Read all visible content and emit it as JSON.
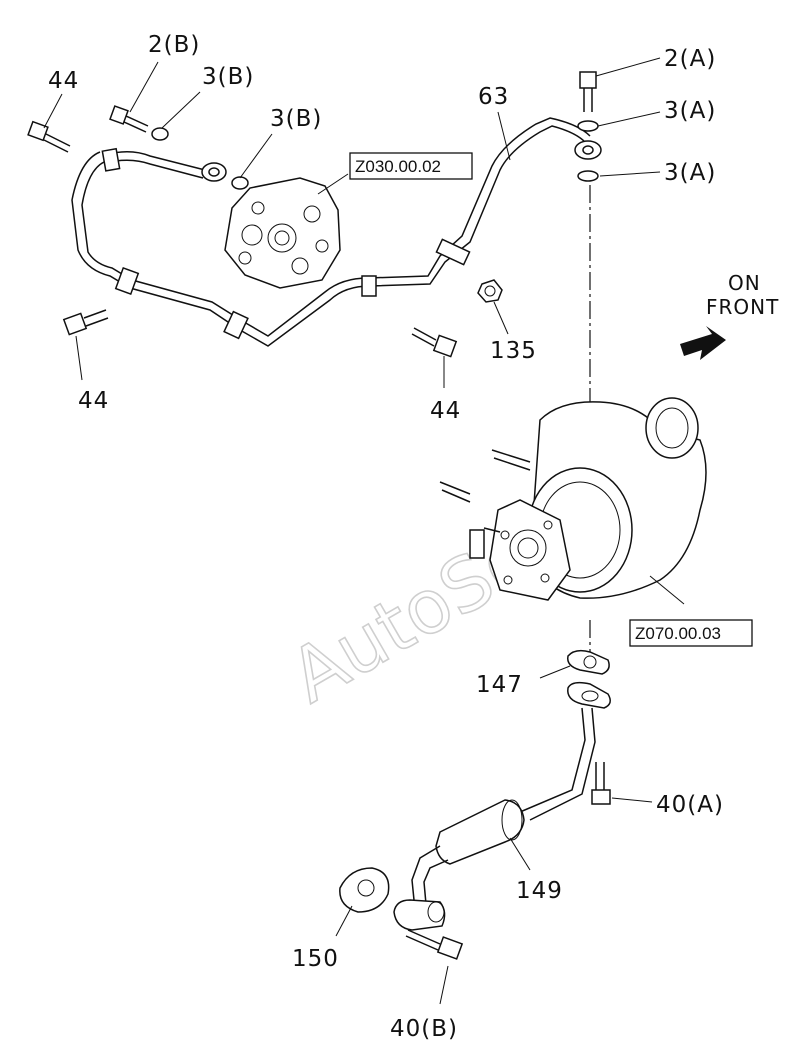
{
  "callouts": {
    "c_44_top": "44",
    "c_2b": "2(B)",
    "c_3b_a": "3(B)",
    "c_3b_b": "3(B)",
    "c_63": "63",
    "c_2a": "2(A)",
    "c_3a_a": "3(A)",
    "c_3a_b": "3(A)",
    "c_44_left": "44",
    "c_135": "135",
    "c_44_right": "44",
    "c_147": "147",
    "c_40a": "40(A)",
    "c_149": "149",
    "c_150": "150",
    "c_40b": "40(B)"
  },
  "refs": {
    "oil_pump_ref": "Z030.00.02",
    "turbo_ref": "Z070.00.03"
  },
  "orientation": {
    "line1": "ON",
    "line2": "FRONT",
    "arrow_icon": "front-arrow-icon"
  },
  "watermark": "AutoSoft",
  "colors": {
    "ink": "#111111",
    "watermark": "#cfcfcf",
    "background": "#ffffff"
  }
}
